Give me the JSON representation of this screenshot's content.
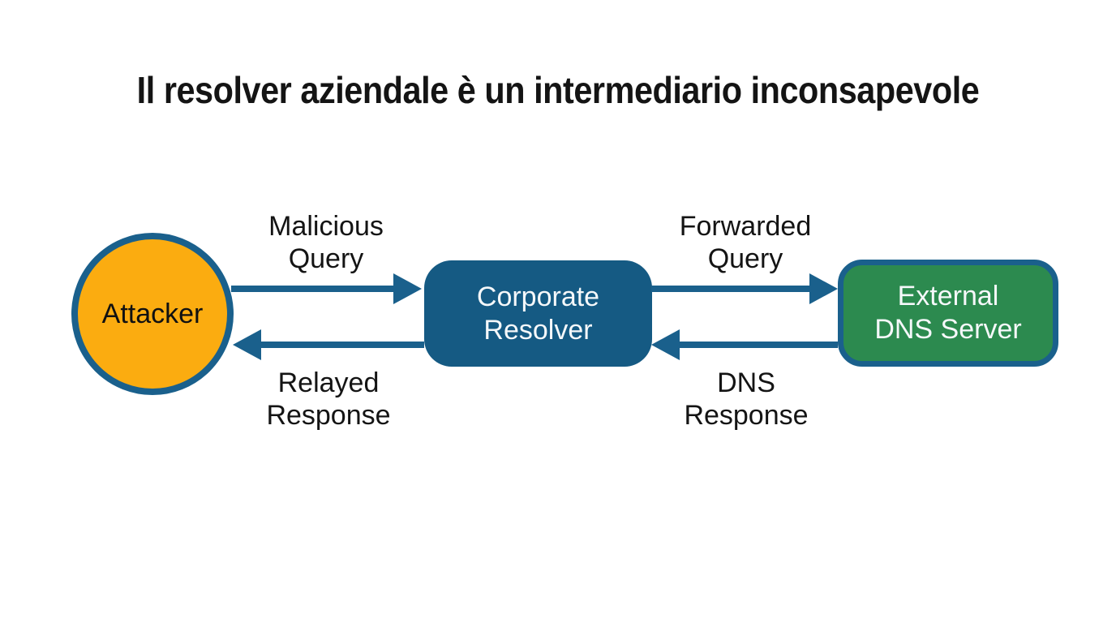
{
  "title": "Il resolver aziendale è un intermediario inconsapevole",
  "diagram": {
    "background_color": "#FFFFFF",
    "arrow_color": "#1A608C",
    "nodes": [
      {
        "id": "attacker",
        "shape": "circle",
        "label": "Attacker",
        "fill": "#FBAC10",
        "border_color": "#1A608C",
        "text_color": "#111111"
      },
      {
        "id": "corporate-resolver",
        "shape": "rounded-rect",
        "lines": [
          "Corporate",
          "Resolver"
        ],
        "fill": "#155A83",
        "text_color": "#F5F8FA"
      },
      {
        "id": "external-dns-server",
        "shape": "rounded-rect",
        "lines": [
          "External",
          "DNS Server"
        ],
        "fill": "#2C8A4F",
        "border_color": "#1A608C",
        "text_color": "#F5F8FA"
      }
    ],
    "arrows": [
      {
        "id": "malicious-query",
        "from": "attacker",
        "to": "corporate-resolver",
        "direction": "right",
        "label_lines": [
          "Malicious",
          "Query"
        ]
      },
      {
        "id": "relayed-response",
        "from": "corporate-resolver",
        "to": "attacker",
        "direction": "left",
        "label_lines": [
          "Relayed",
          "Response"
        ]
      },
      {
        "id": "forwarded-query",
        "from": "corporate-resolver",
        "to": "external-dns-server",
        "direction": "right",
        "label_lines": [
          "Forwarded",
          "Query"
        ]
      },
      {
        "id": "dns-response",
        "from": "external-dns-server",
        "to": "corporate-resolver",
        "direction": "left",
        "label_lines": [
          "DNS",
          "Response"
        ]
      }
    ]
  }
}
